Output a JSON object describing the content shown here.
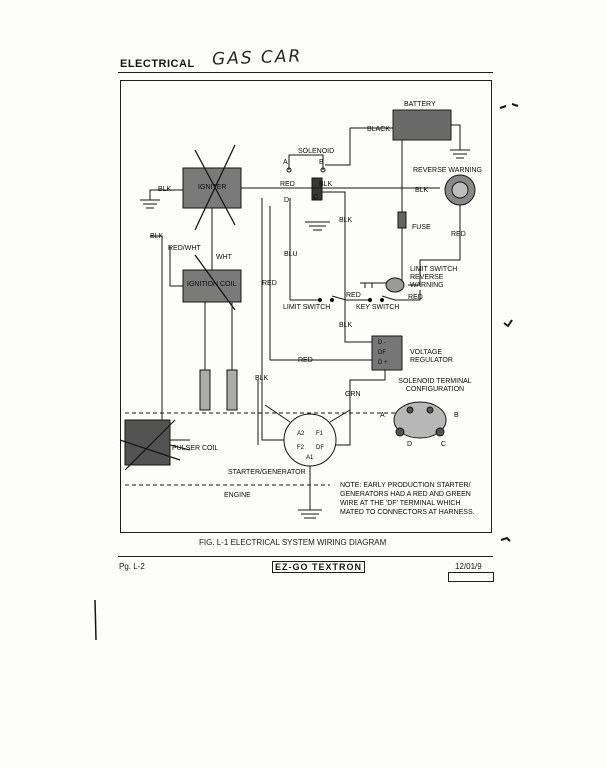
{
  "header": {
    "section_title": "ELECTRICAL",
    "handwritten_note": "GAS CAR"
  },
  "diagram": {
    "components": {
      "battery": "BATTERY",
      "solenoid": "SOLENOID",
      "igniter": "IGNITER",
      "ignition_coil": "IGNITION COIL",
      "reverse_warning": "REVERSE WARNING",
      "fuse": "FUSE",
      "limit_switch_reverse_warning": "LIMIT SWITCH REVERSE WARNING",
      "limit_switch": "LIMIT SWITCH",
      "key_switch": "KEY SWITCH",
      "voltage_regulator": "VOLTAGE REGULATOR",
      "solenoid_terminal_configuration": "SOLENOID TERMINAL CONFIGURATION",
      "pulser_coil": "PULSER COIL",
      "starter_generator": "STARTER/GENERATOR",
      "engine": "ENGINE"
    },
    "wires": {
      "black": "BLACK",
      "blk": "BLK",
      "red": "RED",
      "red_wht": "RED/WHT",
      "wht": "WHT",
      "blu": "BLU",
      "grn": "GRN"
    },
    "terminals": {
      "a": "A",
      "b": "B",
      "c": "C",
      "d": "D",
      "df": "DF",
      "d_minus": "D -",
      "d_plus": "D +",
      "a2": "A2",
      "f1": "F1",
      "f2": "F2",
      "a1": "A1"
    },
    "note": "NOTE: EARLY PRODUCTION STARTER/ GENERATORS HAD A RED AND GREEN WIRE AT THE 'DF' TERMINAL WHICH MATED TO CONNECTORS AT HARNESS."
  },
  "caption": "FIG. L-1 ELECTRICAL SYSTEM WIRING DIAGRAM",
  "footer": {
    "page": "Pg. L-2",
    "logo": "EZ-GO TEXTRON",
    "date": "12/01/9"
  }
}
